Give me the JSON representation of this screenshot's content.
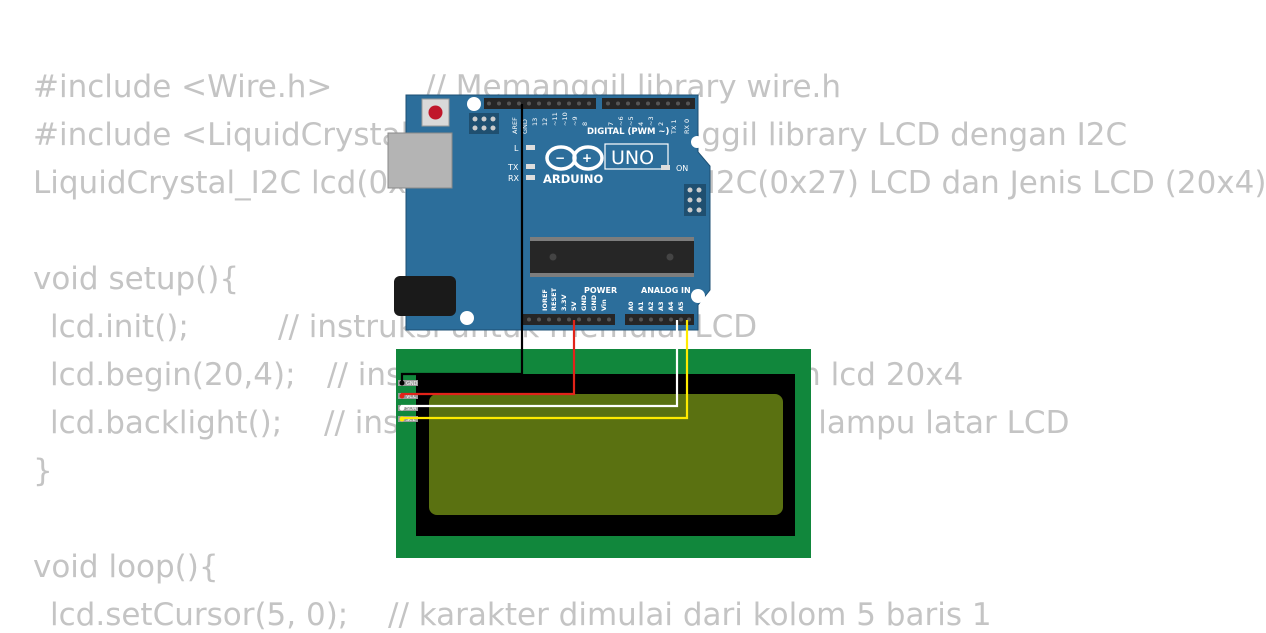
{
  "code": {
    "lines": [
      {
        "text": "#include <Wire.h>"
      },
      {
        "text": "// Memanggil library wire.h"
      },
      {
        "text": "#include <LiquidCrystal_I2C.h>"
      },
      {
        "text": "// Memanggil library LCD dengan I2C"
      },
      {
        "text": "LiquidCrystal_I2C lcd(0x27,20,4);"
      },
      {
        "text": "// Alamat I2C(0x27) LCD dan Jenis LCD (20x4)"
      },
      {
        "text": "void setup(){"
      },
      {
        "text": "lcd.init();"
      },
      {
        "text": "// instruksi untuk memulai LCD"
      },
      {
        "text": "lcd.begin(20,4);"
      },
      {
        "text": "// instruksi untuk menggunakan lcd 20x4"
      },
      {
        "text": "lcd.backlight();"
      },
      {
        "text": "// instruksi untuk mengaktifkan lampu latar LCD"
      },
      {
        "text": "}"
      },
      {
        "text": "void loop(){"
      },
      {
        "text": "lcd.setCursor(5, 0);"
      },
      {
        "text": "// karakter dimulai dari kolom 5 baris 1"
      }
    ]
  },
  "arduino": {
    "brand": "ARDUINO",
    "model": "UNO",
    "digital_label": "DIGITAL (PWM ~)",
    "power_label": "POWER",
    "analog_label": "ANALOG IN",
    "on_label": "ON",
    "l_label": "L",
    "tx_label": "TX",
    "rx_label": "RX",
    "top_pin_labels": [
      "AREF",
      "GND",
      "13",
      "12",
      "~11",
      "~10",
      "~9",
      "8",
      "7",
      "~6",
      "~5",
      "4",
      "~3",
      "2",
      "TX 1",
      "RX 0"
    ],
    "bottom_pin_labels": [
      "IOREF",
      "RESET",
      "3.3V",
      "5V",
      "GND",
      "GND",
      "Vin",
      "A0",
      "A1",
      "A2",
      "A3",
      "A4",
      "A5"
    ]
  },
  "lcd": {
    "pins": [
      "GND",
      "VCC",
      "SDA",
      "SCL"
    ],
    "columns": 20,
    "rows": 4
  },
  "wires": [
    {
      "from": "GND",
      "to": "LCD GND",
      "color": "#000000"
    },
    {
      "from": "5V",
      "to": "LCD VCC",
      "color": "#e2231a"
    },
    {
      "from": "A4",
      "to": "LCD SDA",
      "color": "#ffffff"
    },
    {
      "from": "A5",
      "to": "LCD SCL",
      "color": "#ffeb00"
    }
  ],
  "colors": {
    "code_text": "#c4c4c4",
    "board": "#2c6e9b",
    "lcd_pcb": "#11873c",
    "lcd_screen": "#5a7111"
  }
}
